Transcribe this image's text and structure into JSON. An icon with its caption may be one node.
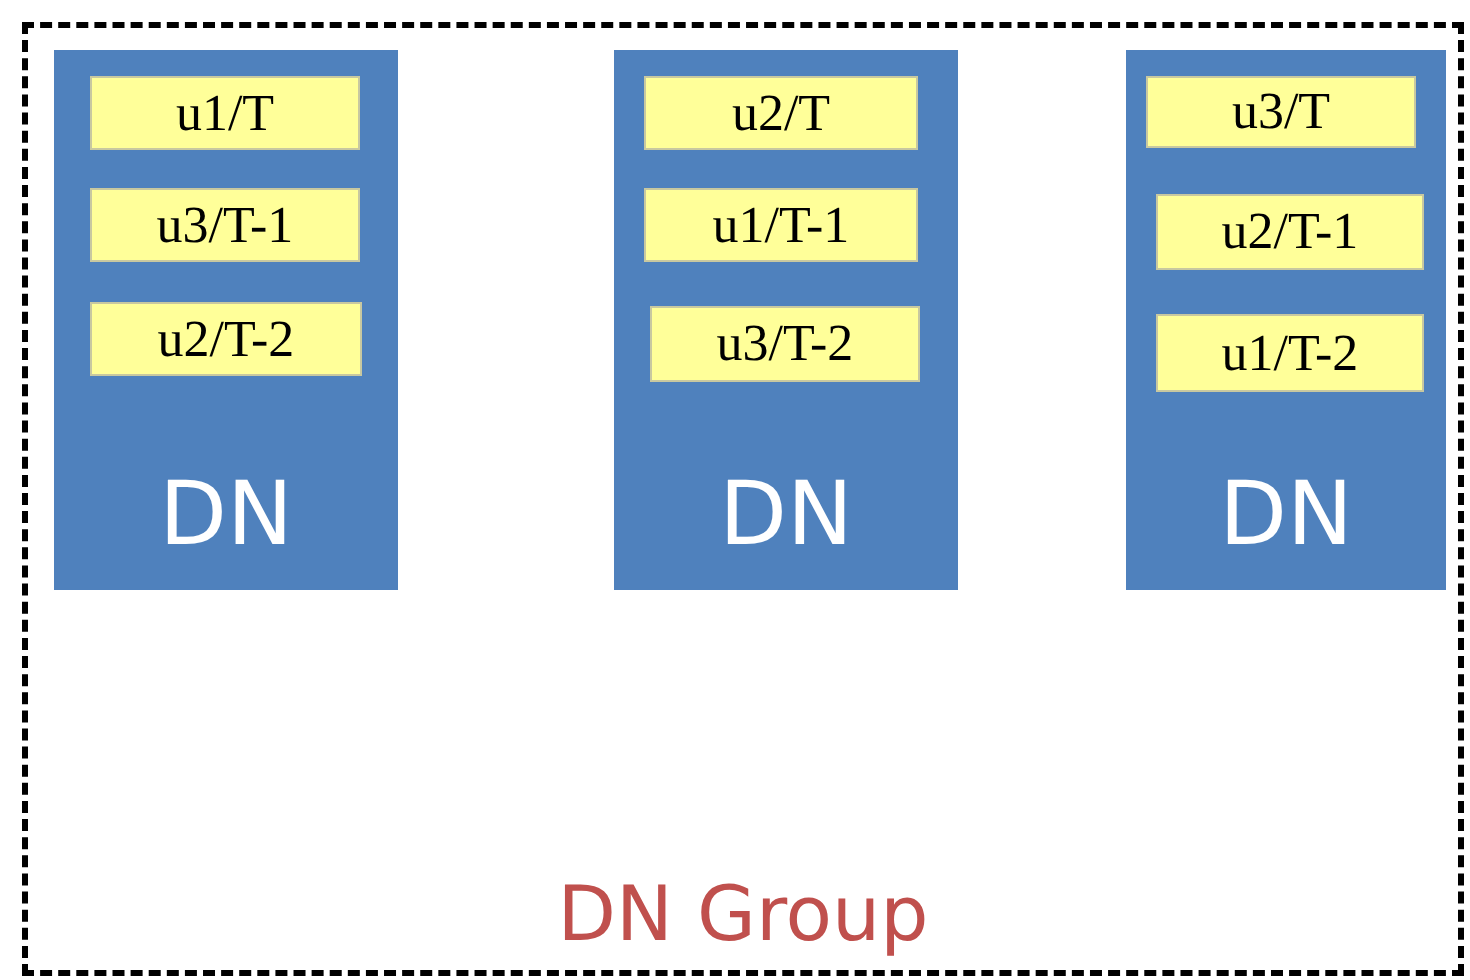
{
  "diagram": {
    "nodes": [
      {
        "text": [
          "DN Group"
        ]
      },
      {
        "text": [
          "DN"
        ],
        "in": 0
      },
      {
        "text": [
          "u1/T"
        ],
        "in": 1
      },
      {
        "text": [
          "u3/T-1"
        ],
        "in": 1
      },
      {
        "text": [
          "u2/T-2"
        ],
        "in": 1
      },
      {
        "text": [
          "DN"
        ],
        "in": 0
      },
      {
        "text": [
          "u2/T"
        ],
        "in": 5
      },
      {
        "text": [
          "u1/T-1"
        ],
        "in": 5
      },
      {
        "text": [
          "u3/T-2"
        ],
        "in": 5
      },
      {
        "text": [
          "DN"
        ],
        "in": 0
      },
      {
        "text": [
          "u3/T"
        ],
        "in": 9
      },
      {
        "text": [
          "u2/T-1"
        ],
        "in": 9
      },
      {
        "text": [
          "u1/T-2"
        ],
        "in": 9
      }
    ]
  }
}
